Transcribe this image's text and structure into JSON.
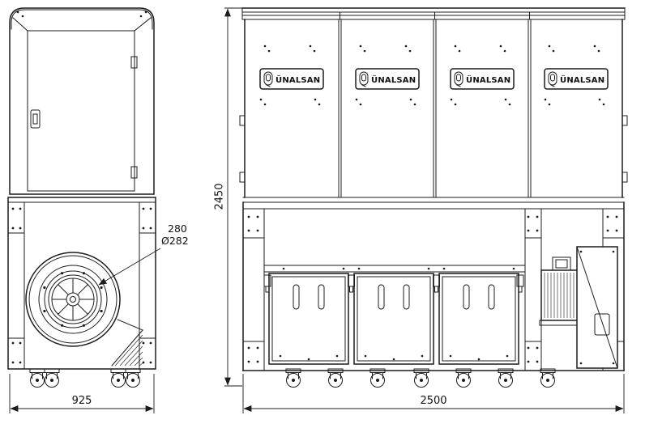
{
  "drawing": {
    "brand": "ÜNALSAN",
    "dimensions": {
      "side_width": "925",
      "front_width": "2500",
      "height": "2450",
      "inlet_width": "280",
      "inlet_diameter": "Ø282"
    },
    "colors": {
      "line": "#1c1c1c",
      "background": "#ffffff"
    }
  }
}
